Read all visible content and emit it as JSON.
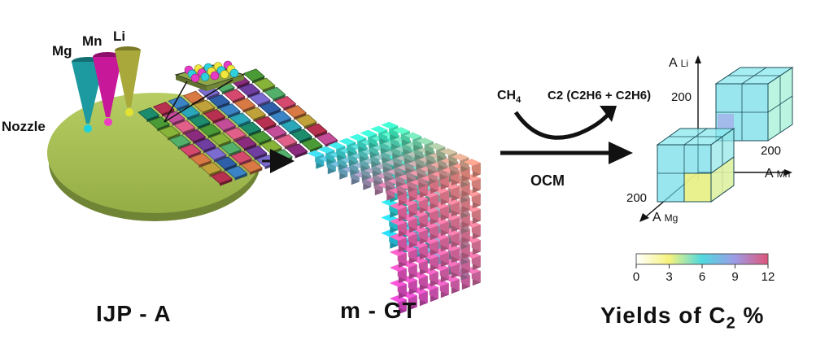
{
  "panels": {
    "left": {
      "caption": "IJP - A",
      "nozzle_label": "Nozzle",
      "nozzles": [
        {
          "label": "Mg",
          "color": "#1d9aa0"
        },
        {
          "label": "Mn",
          "color": "#c8189a"
        },
        {
          "label": "Li",
          "color": "#a9a83a"
        }
      ],
      "plate_color": "#a6c054"
    },
    "middle": {
      "caption": "m - GT"
    },
    "right": {
      "caption_prefix": "Yields of C",
      "caption_sub": "2",
      "caption_suffix": " %",
      "axes": {
        "z": "A",
        "z_sub": "Li",
        "x": "A",
        "x_sub": "Mn",
        "y": "A",
        "y_sub": "Mg"
      },
      "ticks": {
        "li": "200",
        "mn": "200",
        "mg": "200"
      },
      "colorbar": {
        "ticks": [
          "0",
          "3",
          "6",
          "9",
          "12"
        ],
        "stops": [
          "#ffffff",
          "#f6f27c",
          "#4fd8e0",
          "#9d9be6",
          "#e0557a"
        ]
      }
    },
    "reaction": {
      "reactant": "CH",
      "reactant_sub": "4",
      "product": "C2 (C2H6 + C2H6)",
      "process": "OCM"
    }
  }
}
